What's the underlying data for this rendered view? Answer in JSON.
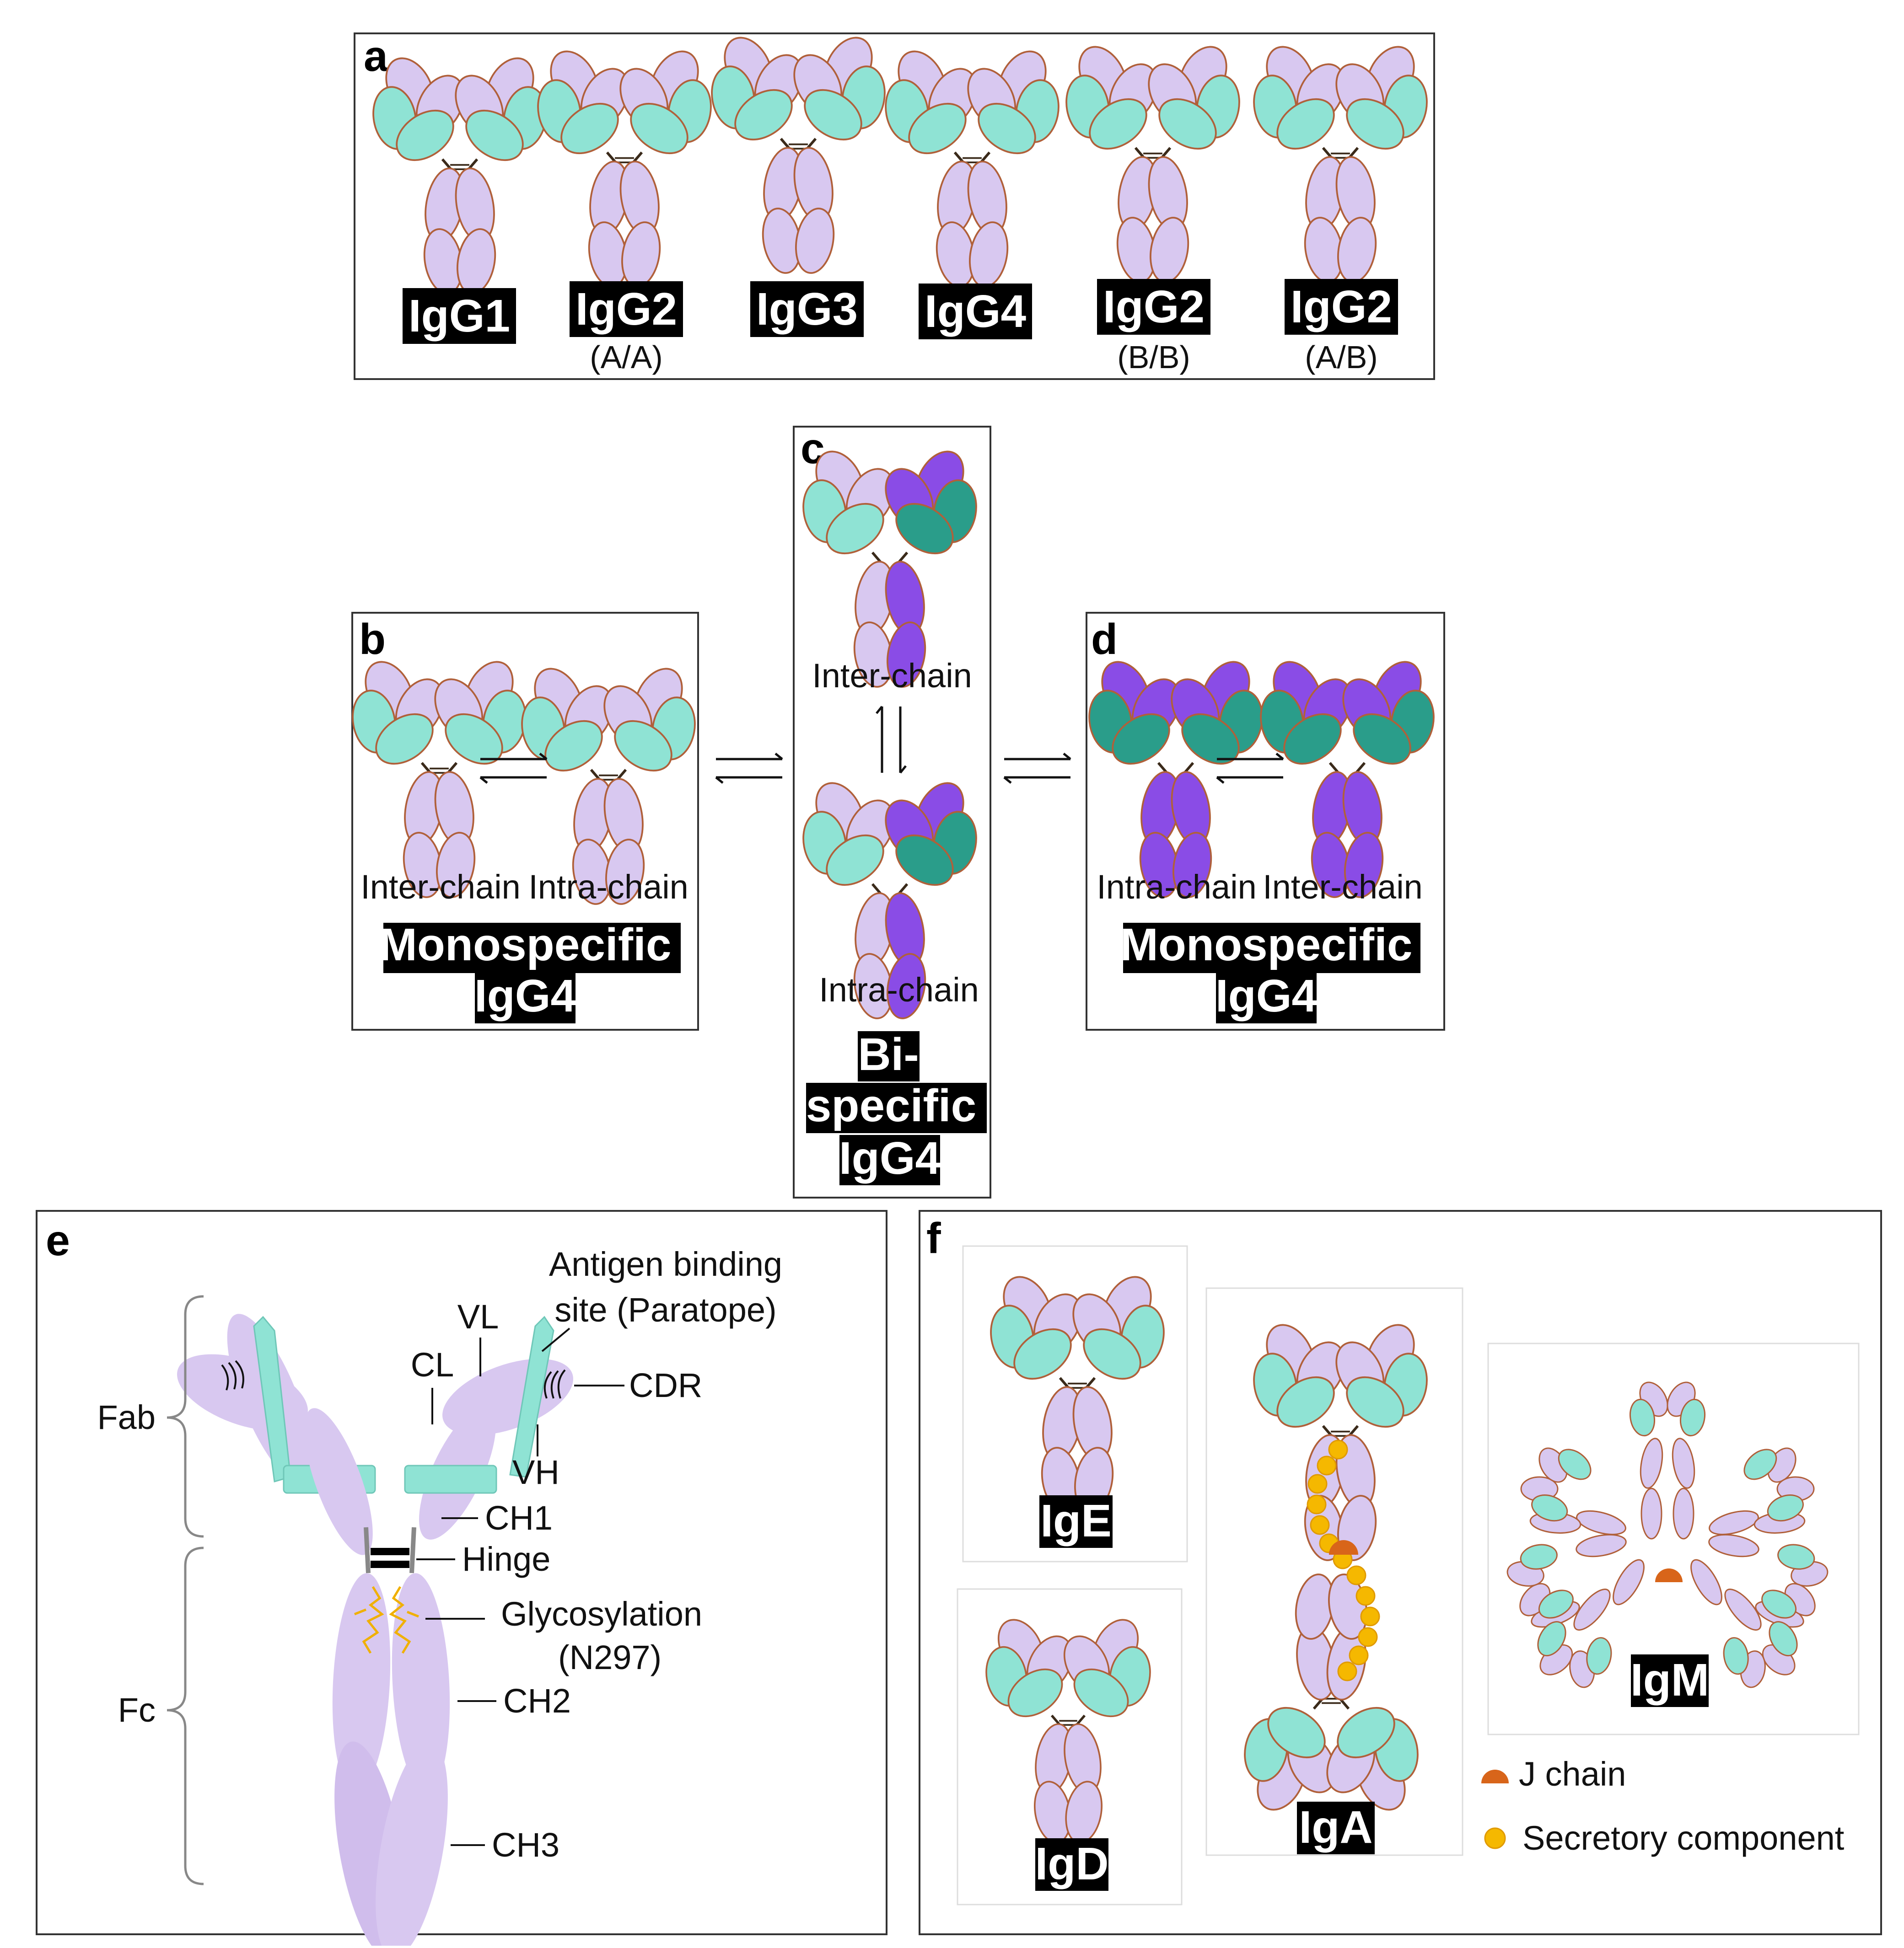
{
  "colors": {
    "light_chain": "#8fe3d4",
    "light_chain_dark": "#2a9d8a",
    "heavy_chain": "#d8c8f0",
    "heavy_chain_dark": "#8a4ce6",
    "label_bg": "#000000",
    "j_chain": "#d8651a",
    "secretory": "#f5b800",
    "glycan": "#f0b000"
  },
  "panel_a": {
    "letter": "a",
    "items": [
      {
        "label": "IgG1",
        "sub": ""
      },
      {
        "label": "IgG2",
        "sub": "(A/A)"
      },
      {
        "label": "IgG3",
        "sub": ""
      },
      {
        "label": "IgG4",
        "sub": ""
      },
      {
        "label": "IgG2",
        "sub": "(B/B)"
      },
      {
        "label": "IgG2",
        "sub": "(A/B)"
      }
    ]
  },
  "panel_b": {
    "letter": "b",
    "left_caption": "Inter-chain",
    "right_caption": "Intra-chain",
    "title_line1": "Monospecific",
    "title_line2": "IgG4"
  },
  "panel_c": {
    "letter": "c",
    "top_caption": "Inter-chain",
    "bottom_caption": "Intra-chain",
    "title_line1": "Bi-",
    "title_line2": "specific",
    "title_line3": "IgG4"
  },
  "panel_d": {
    "letter": "d",
    "left_caption": "Intra-chain",
    "right_caption": "Inter-chain",
    "title_line1": "Monospecific",
    "title_line2": "IgG4"
  },
  "panel_e": {
    "letter": "e",
    "labels": {
      "antigen_line1": "Antigen binding",
      "antigen_line2": "site (Paratope)",
      "vl": "VL",
      "cl": "CL",
      "cdr": "CDR",
      "vh": "VH",
      "ch1": "CH1",
      "hinge": "Hinge",
      "glyco_line1": "Glycosylation",
      "glyco_line2": "(N297)",
      "ch2": "CH2",
      "ch3": "CH3",
      "fab": "Fab",
      "fc": "Fc"
    }
  },
  "panel_f": {
    "letter": "f",
    "ige": "IgE",
    "igd": "IgD",
    "iga": "IgA",
    "igm": "IgM",
    "legend_j": "J chain",
    "legend_sc": "Secretory component"
  }
}
